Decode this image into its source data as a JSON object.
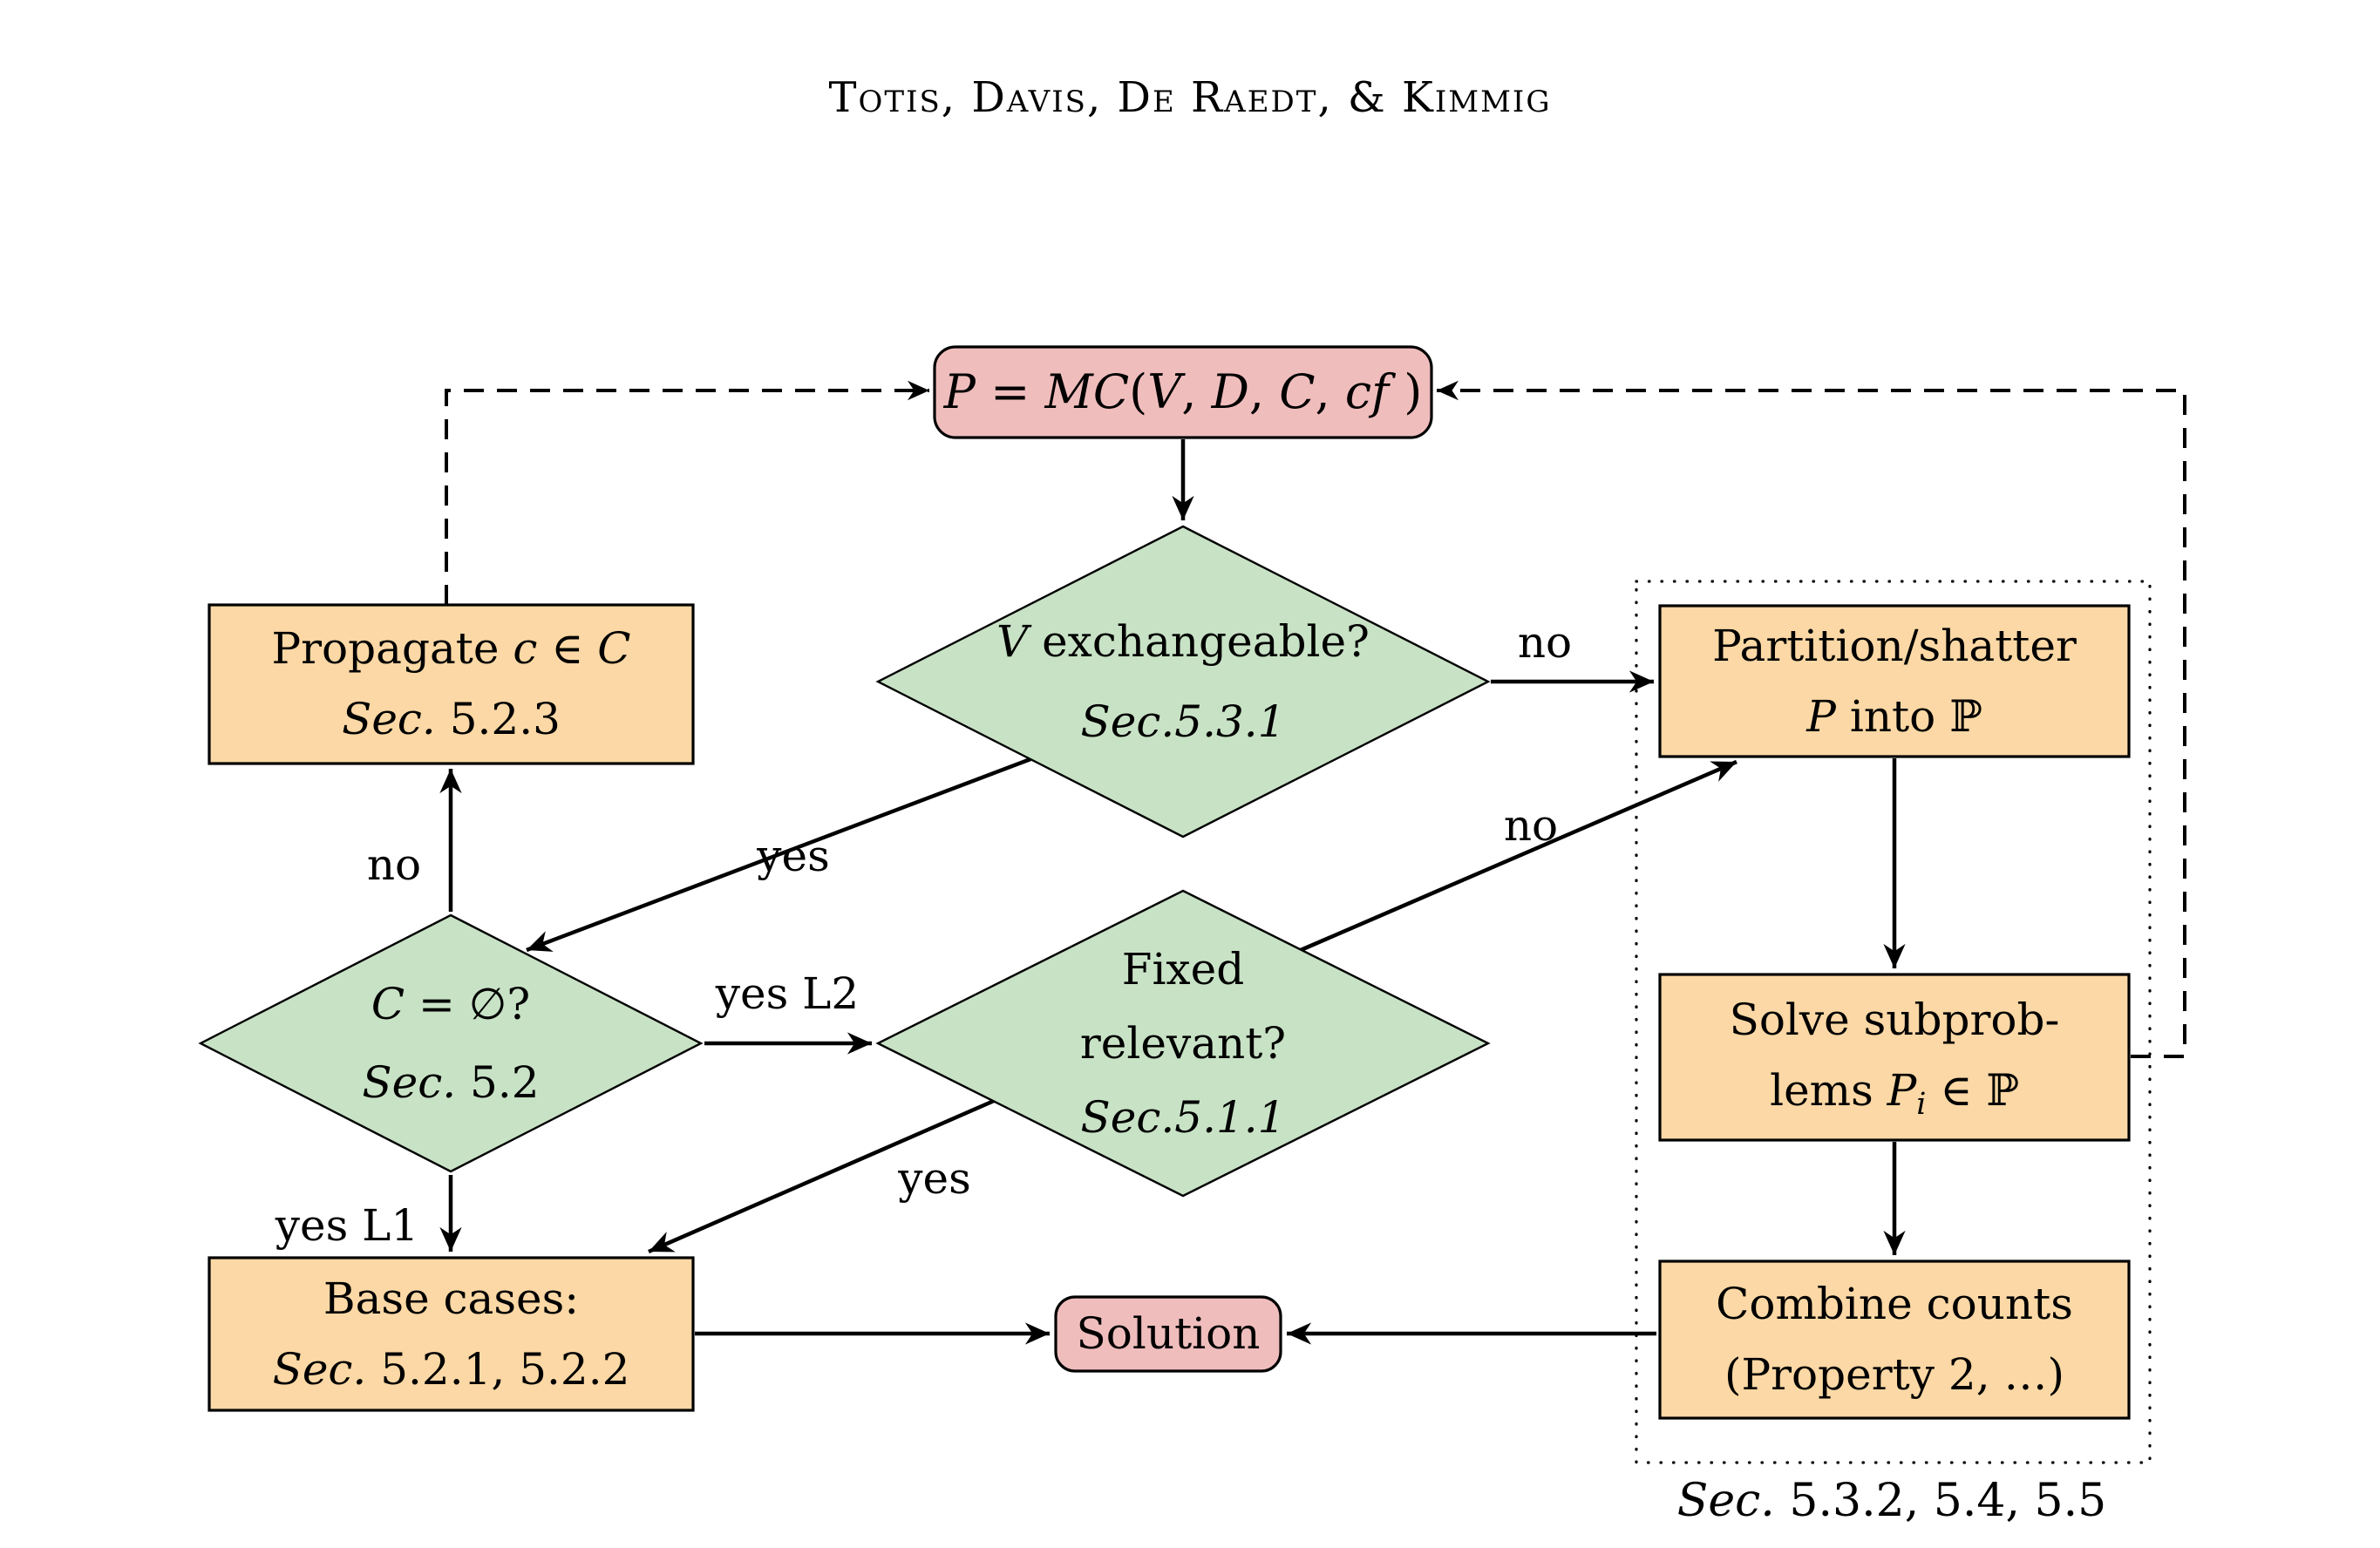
{
  "header": {
    "title": "Totis, Davis, De Raedt, & Kimmig"
  },
  "colors": {
    "background": "#ffffff",
    "node_box_fill": "#fbd8a5",
    "node_diamond_fill": "#c8e2c5",
    "node_pill_fill": "#f0bdbd",
    "stroke": "#000000",
    "text": "#000000"
  },
  "nodes": {
    "start": {
      "shape": "pill",
      "lines": [
        [
          [
            "it",
            "P"
          ],
          [
            "rm",
            " = "
          ],
          [
            "it",
            "MC"
          ],
          [
            "rm",
            "("
          ],
          [
            "it",
            "V"
          ],
          [
            "rm",
            ", "
          ],
          [
            "it",
            "D"
          ],
          [
            "rm",
            ", "
          ],
          [
            "it",
            "C"
          ],
          [
            "rm",
            ", "
          ],
          [
            "it",
            "cf"
          ],
          [
            "rm",
            " )"
          ]
        ]
      ]
    },
    "v_exchangeable": {
      "shape": "diamond",
      "lines": [
        [
          [
            "it",
            "V"
          ],
          [
            "rm",
            " exchangeable?"
          ]
        ],
        [
          [
            "it",
            "Sec.5.3.1"
          ]
        ]
      ]
    },
    "propagate": {
      "shape": "box",
      "lines": [
        [
          [
            "rm",
            "Propagate "
          ],
          [
            "it",
            "c"
          ],
          [
            "rm",
            " ∈ "
          ],
          [
            "it",
            "C"
          ]
        ],
        [
          [
            "it",
            "Sec."
          ],
          [
            "rm",
            " 5.2.3"
          ]
        ]
      ]
    },
    "partition": {
      "shape": "box",
      "lines": [
        [
          [
            "rm",
            "Partition/shatter"
          ]
        ],
        [
          [
            "it",
            "P"
          ],
          [
            "rm",
            " into ℙ"
          ]
        ]
      ]
    },
    "c_empty": {
      "shape": "diamond",
      "lines": [
        [
          [
            "it",
            "C"
          ],
          [
            "rm",
            " = ∅?"
          ]
        ],
        [
          [
            "it",
            "Sec."
          ],
          [
            "rm",
            " 5.2"
          ]
        ]
      ]
    },
    "fixed_relevant": {
      "shape": "diamond",
      "lines": [
        [
          [
            "rm",
            "Fixed"
          ]
        ],
        [
          [
            "rm",
            "relevant?"
          ]
        ],
        [
          [
            "it",
            "Sec.5.1.1"
          ]
        ]
      ]
    },
    "solve_subproblems": {
      "shape": "box",
      "lines": [
        [
          [
            "rm",
            "Solve subprob-"
          ]
        ],
        [
          [
            "rm",
            "lems "
          ],
          [
            "it",
            "P"
          ],
          [
            "subit",
            "i"
          ],
          [
            "rm",
            " ∈ ℙ"
          ]
        ]
      ]
    },
    "base_cases": {
      "shape": "box",
      "lines": [
        [
          [
            "rm",
            "Base cases:"
          ]
        ],
        [
          [
            "it",
            "Sec."
          ],
          [
            "rm",
            " 5.2.1, 5.2.2"
          ]
        ]
      ]
    },
    "solution": {
      "shape": "pill",
      "lines": [
        [
          [
            "rm",
            "Solution"
          ]
        ]
      ]
    },
    "combine_counts": {
      "shape": "box",
      "lines": [
        [
          [
            "rm",
            "Combine counts"
          ]
        ],
        [
          [
            "rm",
            "(Property 2, …)"
          ]
        ]
      ]
    }
  },
  "edges": [
    {
      "from": "start",
      "to": "v_exchangeable",
      "style": "solid",
      "label": ""
    },
    {
      "from": "v_exchangeable",
      "to": "partition",
      "style": "solid",
      "label": "no"
    },
    {
      "from": "v_exchangeable",
      "to": "c_empty",
      "style": "solid",
      "label": "yes"
    },
    {
      "from": "c_empty",
      "to": "propagate",
      "style": "solid",
      "label": "no"
    },
    {
      "from": "c_empty",
      "to": "fixed_relevant",
      "style": "solid",
      "label": "yes L2"
    },
    {
      "from": "c_empty",
      "to": "base_cases",
      "style": "solid",
      "label": "yes L1"
    },
    {
      "from": "fixed_relevant",
      "to": "partition",
      "style": "solid",
      "label": "no"
    },
    {
      "from": "fixed_relevant",
      "to": "base_cases",
      "style": "solid",
      "label": "yes"
    },
    {
      "from": "partition",
      "to": "solve_subproblems",
      "style": "solid",
      "label": ""
    },
    {
      "from": "solve_subproblems",
      "to": "combine_counts",
      "style": "solid",
      "label": ""
    },
    {
      "from": "base_cases",
      "to": "solution",
      "style": "solid",
      "label": ""
    },
    {
      "from": "combine_counts",
      "to": "solution",
      "style": "solid",
      "label": ""
    },
    {
      "from": "propagate",
      "to": "start",
      "style": "dashed",
      "label": ""
    },
    {
      "from": "solve_subproblems",
      "to": "start",
      "style": "dashed",
      "label": ""
    }
  ],
  "group_caption": {
    "segments": [
      [
        "it",
        "Sec."
      ],
      [
        "rm",
        " 5.3.2, 5.4, 5.5"
      ]
    ]
  }
}
